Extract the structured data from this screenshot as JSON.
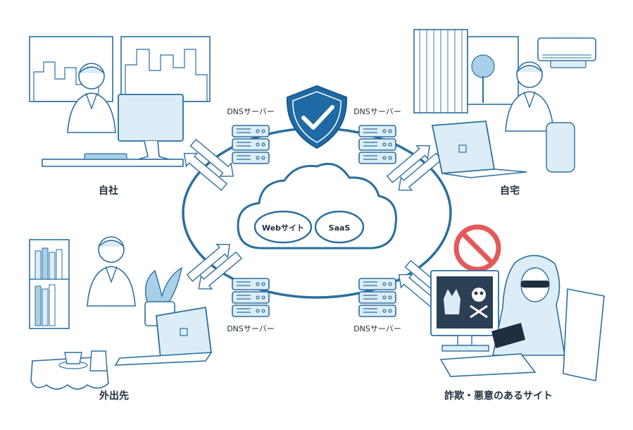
{
  "colors": {
    "line": "#2b6f9e",
    "fill_light": "#dcedf7",
    "fill_mid": "#a9d0e8",
    "shield": "#1f6aa5",
    "prohibit": "#e35a5a",
    "text": "#1f2f3f"
  },
  "cloud": {
    "web_site_label": "Webサイト",
    "saas_label": "SaaS"
  },
  "dns_servers": [
    {
      "label": "DNSサーバー"
    },
    {
      "label": "DNSサーバー"
    },
    {
      "label": "DNSサーバー"
    },
    {
      "label": "DNSサーバー"
    }
  ],
  "locations": {
    "office": "自社",
    "home": "自宅",
    "outside": "外出先",
    "malicious": "詐欺・悪意のあるサイト"
  },
  "icons": {
    "shield": "shield-check-icon",
    "prohibit": "prohibited-icon",
    "skull": "skull-icon"
  }
}
